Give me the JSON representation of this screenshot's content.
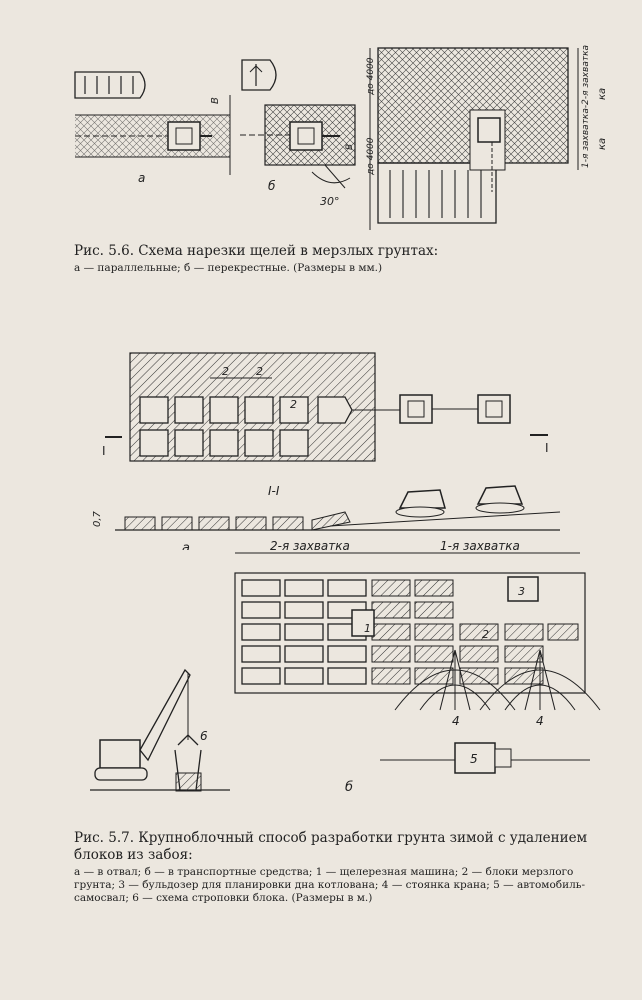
{
  "fig56": {
    "caption_title": "Рис. 5.6. Схема нарезки щелей в мерзлых грунтах:",
    "caption_sub": "а — параллельные; б — перекрестные. (Размеры в мм.)",
    "label_a": "а",
    "label_b": "б",
    "dim_B1": "В",
    "dim_B2": "В",
    "angle": "30°",
    "dim_4000_1": "до 4000",
    "dim_4000_2": "до 4000",
    "pass1": "1-я захватка-2-я захватка",
    "ka1": "ка",
    "ka2": "ка"
  },
  "fig57": {
    "caption_title": "Рис. 5.7. Крупноблочный способ разработки грунта зимой с удалением блоков из забоя:",
    "caption_sub": "а — в отвал; б — в транспортные средства; 1 — щелерезная машина; 2 — блоки мерзлого грунта; 3 — бульдозер для планировки дна котлована; 4 — стоянка крана; 5 — автомобиль-самосвал; 6 — схема строповки блока. (Размеры в м.)",
    "dim_2a": "2",
    "dim_2b": "2",
    "dim_2c": "2",
    "section_left": "I",
    "section_right": "I",
    "section_title": "I-I",
    "depth": "0,7",
    "label_a": "а",
    "label_b": "б",
    "pass2": "2-я захватка",
    "pass1": "1-я захватка",
    "n1": "1",
    "n2": "2",
    "n3": "3",
    "n4a": "4",
    "n4b": "4",
    "n5": "5",
    "n6": "6"
  }
}
